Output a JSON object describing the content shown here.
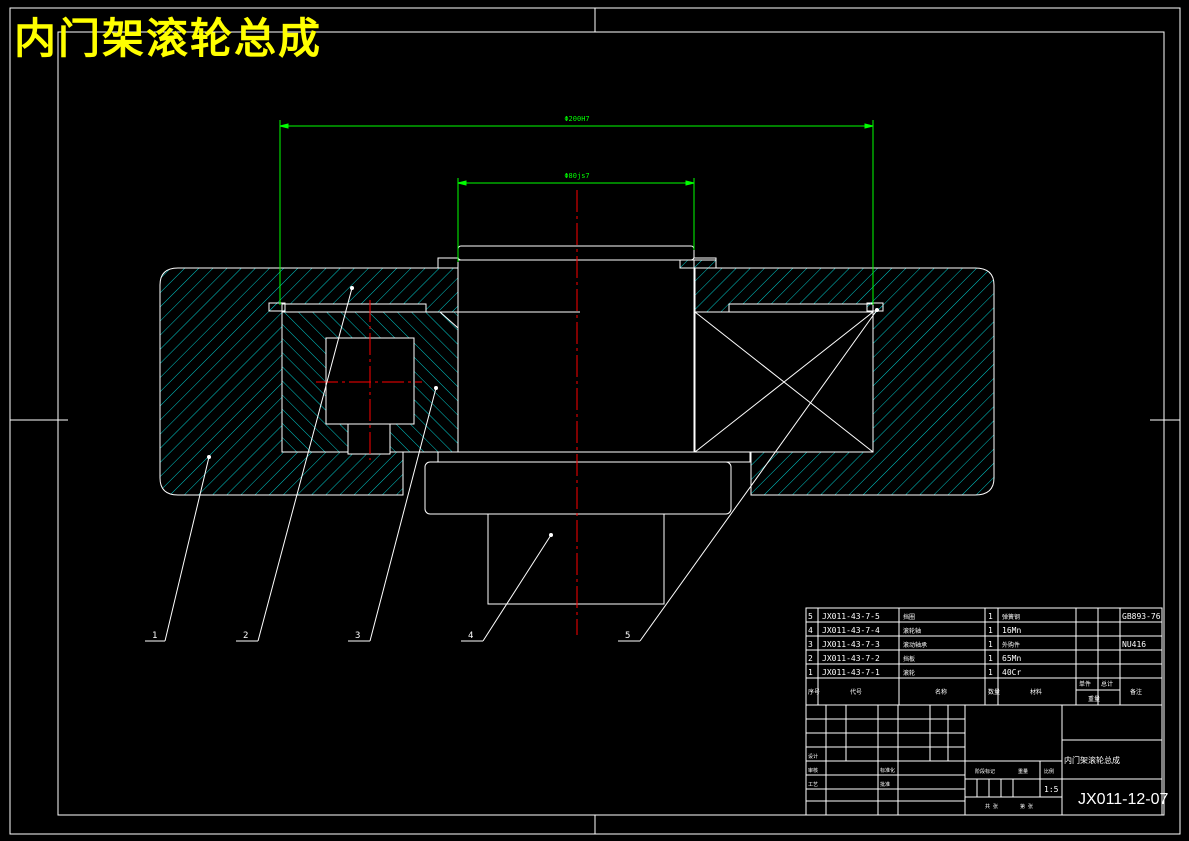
{
  "title": "内门架滚轮总成",
  "dimensions": {
    "outer": "Φ200H7",
    "inner": "Φ80js7"
  },
  "balloons": [
    "1",
    "2",
    "3",
    "4",
    "5"
  ],
  "bom": {
    "rows": [
      {
        "seq": "5",
        "code": "JX011-43-7-5",
        "name": "挡圈",
        "qty": "1",
        "material": "弹簧钢",
        "remark": "GB893-76"
      },
      {
        "seq": "4",
        "code": "JX011-43-7-4",
        "name": "滚轮轴",
        "qty": "1",
        "material": "16Mn",
        "remark": ""
      },
      {
        "seq": "3",
        "code": "JX011-43-7-3",
        "name": "滚动轴承",
        "qty": "1",
        "material": "外购件",
        "remark": "NU416"
      },
      {
        "seq": "2",
        "code": "JX011-43-7-2",
        "name": "挡板",
        "qty": "1",
        "material": "65Mn",
        "remark": ""
      },
      {
        "seq": "1",
        "code": "JX011-43-7-1",
        "name": "滚轮",
        "qty": "1",
        "material": "40Cr",
        "remark": ""
      }
    ],
    "header": {
      "seq": "序号",
      "code": "代号",
      "name": "名称",
      "qty": "数量",
      "material": "材料",
      "single": "单件",
      "total": "总计",
      "weight": "重量",
      "remark": "备注"
    }
  },
  "titleblock": {
    "assembly_name": "内门架滚轮总成",
    "drawing_number": "JX011-12-07",
    "scale": "1:5",
    "labels": {
      "design": "设计",
      "check": "审核",
      "process": "工艺",
      "standard": "标准化",
      "approve": "批准",
      "stage": "阶段标记",
      "weight": "重量",
      "ratio": "比例",
      "sheet_total": "共 张",
      "sheet_no": "第 张"
    }
  },
  "colors": {
    "title": "#ffff00",
    "outline": "#ffffff",
    "hatch": "#00c8c8",
    "dimension": "#00ff00",
    "centerline": "#ff0000"
  }
}
